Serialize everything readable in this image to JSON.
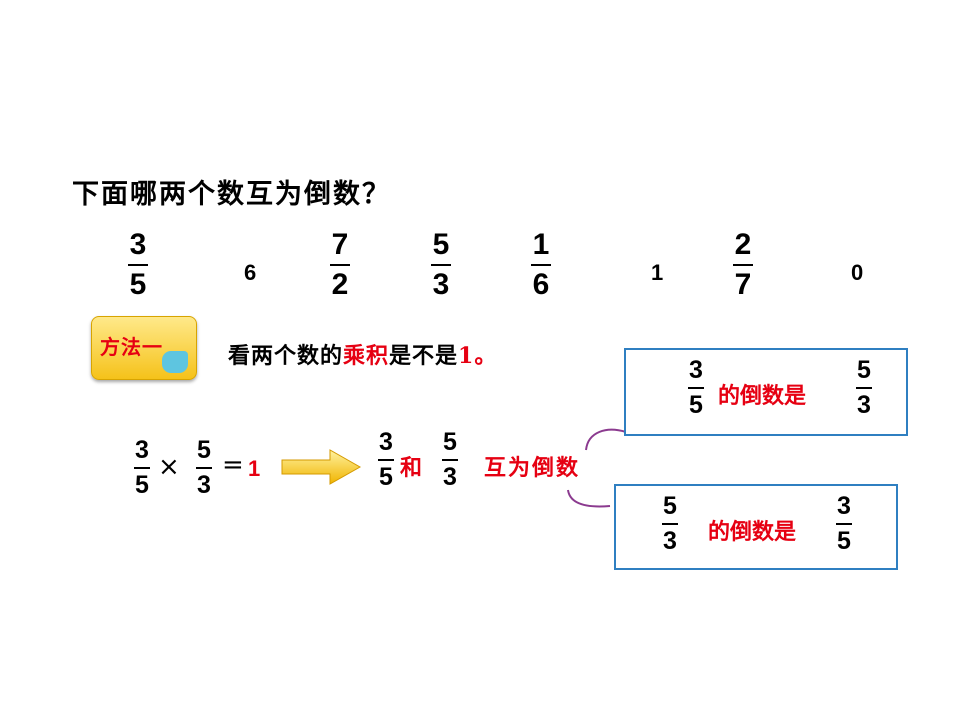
{
  "question": "下面哪两个数互为倒数？",
  "numbers": {
    "f1": {
      "num": "3",
      "den": "5"
    },
    "n1": "6",
    "f2": {
      "num": "7",
      "den": "2"
    },
    "f3": {
      "num": "5",
      "den": "3"
    },
    "f4": {
      "num": "1",
      "den": "6"
    },
    "n2": "1",
    "f5": {
      "num": "2",
      "den": "7"
    },
    "n3": "0"
  },
  "method": {
    "badge": "方法一",
    "text_before": "看两个数的",
    "text_highlight": "乘积",
    "text_after": "是不是",
    "text_one": "1。"
  },
  "equation": {
    "a": {
      "num": "3",
      "den": "5"
    },
    "times": "×",
    "b": {
      "num": "5",
      "den": "3"
    },
    "equals": "=",
    "result": "1"
  },
  "conclusion": {
    "a": {
      "num": "3",
      "den": "5"
    },
    "and": "和",
    "b": {
      "num": "5",
      "den": "3"
    },
    "label": "互为倒数"
  },
  "box_top": {
    "a": {
      "num": "3",
      "den": "5"
    },
    "text": "的倒数是",
    "b": {
      "num": "5",
      "den": "3"
    }
  },
  "box_bottom": {
    "a": {
      "num": "5",
      "den": "3"
    },
    "text": "的倒数是",
    "b": {
      "num": "3",
      "den": "5"
    }
  },
  "colors": {
    "highlight": "#e60012",
    "box_border": "#2f7fc1",
    "connector": "#8b3a8f",
    "badge": "#f5c21a",
    "arrow": "#f0b400"
  }
}
